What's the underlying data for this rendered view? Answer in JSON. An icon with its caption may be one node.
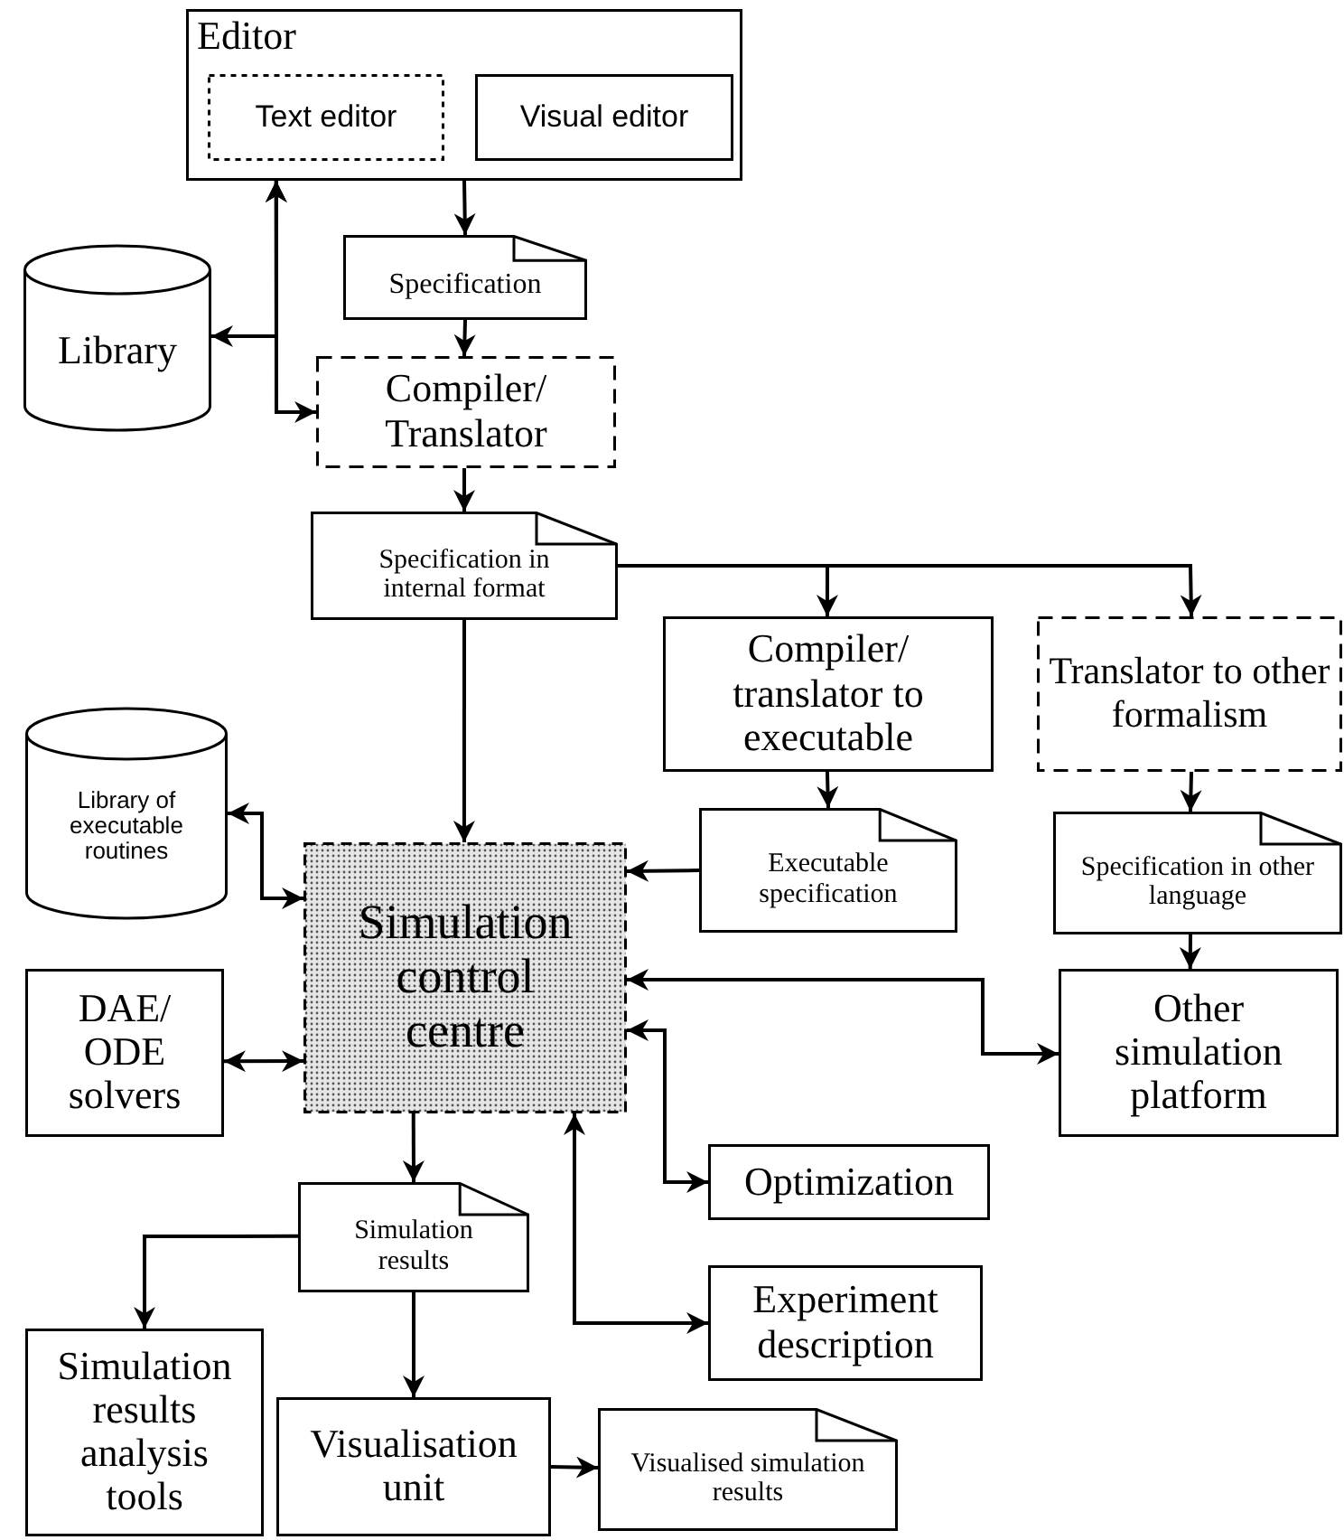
{
  "diagram": {
    "nodes": [
      {
        "text": [
          "Editor"
        ]
      },
      {
        "text": [
          "Text editor"
        ],
        "in": 0
      },
      {
        "text": [
          "Visual editor"
        ],
        "in": 0
      },
      {
        "text": [
          "Specification"
        ]
      },
      {
        "text": [
          "Library"
        ]
      },
      {
        "text": [
          "Compiler/ Translator"
        ]
      },
      {
        "text": [
          "Specification in internal format"
        ]
      },
      {
        "text": [
          "Compiler/ translator to executable"
        ]
      },
      {
        "text": [
          "Translator to other formalism"
        ]
      },
      {
        "text": [
          "Library of executable routines"
        ]
      },
      {
        "text": [
          "Simulation control centre"
        ]
      },
      {
        "text": [
          "Executable specification"
        ]
      },
      {
        "text": [
          "Specification in other language"
        ]
      },
      {
        "text": [
          "DAE/ ODE solvers"
        ]
      },
      {
        "text": [
          "Other simulation platform"
        ]
      },
      {
        "text": [
          "Optimization"
        ]
      },
      {
        "text": [
          "Simulation results"
        ]
      },
      {
        "text": [
          "Experiment description"
        ]
      },
      {
        "text": [
          "Simulation results analysis tools"
        ]
      },
      {
        "text": [
          "Visualisation unit"
        ]
      },
      {
        "text": [
          "Visualised simulation results"
        ]
      }
    ],
    "edges": [
      {
        "from": 0,
        "to": 3,
        "arrow": "to"
      },
      {
        "from": 3,
        "to": 5,
        "arrow": "to"
      },
      {
        "from": 0,
        "to": 4,
        "arrow": "both"
      },
      {
        "from": 0,
        "to": 5,
        "arrow": "both"
      },
      {
        "from": 5,
        "to": 6,
        "arrow": "to"
      },
      {
        "from": 6,
        "to": 7,
        "arrow": "to"
      },
      {
        "from": 6,
        "to": 8,
        "arrow": "to"
      },
      {
        "from": 6,
        "to": 10,
        "arrow": "to"
      },
      {
        "from": 7,
        "to": 11,
        "arrow": "to"
      },
      {
        "from": 8,
        "to": 12,
        "arrow": "to"
      },
      {
        "from": 12,
        "to": 14,
        "arrow": "to"
      },
      {
        "from": 11,
        "to": 10,
        "arrow": "to"
      },
      {
        "from": 9,
        "to": 10,
        "arrow": "both"
      },
      {
        "from": 13,
        "to": 10,
        "arrow": "both"
      },
      {
        "from": 10,
        "to": 14,
        "arrow": "both"
      },
      {
        "from": 10,
        "to": 15,
        "arrow": "both"
      },
      {
        "from": 10,
        "to": 17,
        "arrow": "both"
      },
      {
        "from": 10,
        "to": 16,
        "arrow": "to"
      },
      {
        "from": 16,
        "to": 18,
        "arrow": "to"
      },
      {
        "from": 16,
        "to": 19,
        "arrow": "to"
      },
      {
        "from": 19,
        "to": 20,
        "arrow": "to"
      }
    ]
  }
}
